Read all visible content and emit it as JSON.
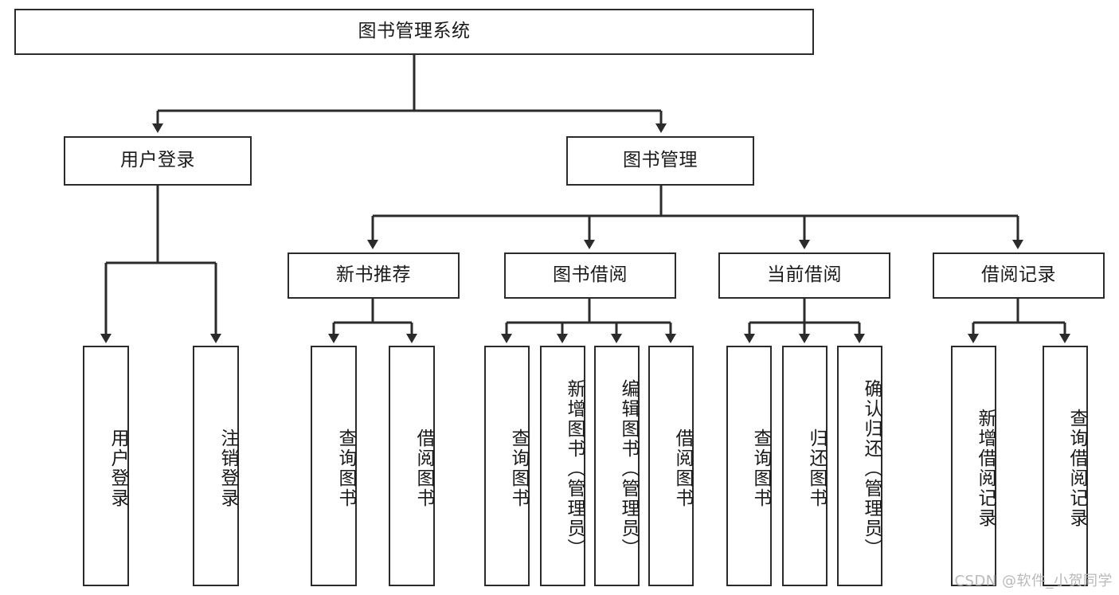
{
  "diagram": {
    "title": "图书管理系统",
    "type": "tree-hierarchy-diagram",
    "colors": {
      "stroke": "#2b2b2b",
      "fill": "#ffffff",
      "text": "#1a1a1a",
      "watermark": "#b9b9b9"
    },
    "root": {
      "label": "图书管理系统"
    },
    "level2": [
      {
        "id": "user-login",
        "label": "用户登录"
      },
      {
        "id": "book-management",
        "label": "图书管理"
      }
    ],
    "level3": [
      {
        "id": "new-book-recommend",
        "label": "新书推荐"
      },
      {
        "id": "book-borrow",
        "label": "图书借阅"
      },
      {
        "id": "current-borrow",
        "label": "当前借阅"
      },
      {
        "id": "borrow-record",
        "label": "借阅记录"
      }
    ],
    "leaves": {
      "user_login": [
        {
          "id": "leaf-user-login",
          "label": "用户登录"
        },
        {
          "id": "leaf-logout-login",
          "label": "注销登录"
        }
      ],
      "new_book_recommend": [
        {
          "id": "leaf-query-book-1",
          "label": "查询图书"
        },
        {
          "id": "leaf-borrow-book-1",
          "label": "借阅图书"
        }
      ],
      "book_borrow": [
        {
          "id": "leaf-query-book-2",
          "label": "查询图书"
        },
        {
          "id": "leaf-add-book",
          "label": "新增图书（管理员）"
        },
        {
          "id": "leaf-edit-book",
          "label": "编辑图书（管理员）"
        },
        {
          "id": "leaf-borrow-book-2",
          "label": "借阅图书"
        }
      ],
      "current_borrow": [
        {
          "id": "leaf-query-book-3",
          "label": "查询图书"
        },
        {
          "id": "leaf-return-book",
          "label": "归还图书"
        },
        {
          "id": "leaf-confirm-return",
          "label": "确认归还（管理员）"
        }
      ],
      "borrow_record": [
        {
          "id": "leaf-add-record",
          "label": "新增借阅记录"
        },
        {
          "id": "leaf-query-record",
          "label": "查询借阅记录"
        }
      ]
    }
  },
  "watermark": {
    "text": "CSDN @软件_小贺同学"
  }
}
